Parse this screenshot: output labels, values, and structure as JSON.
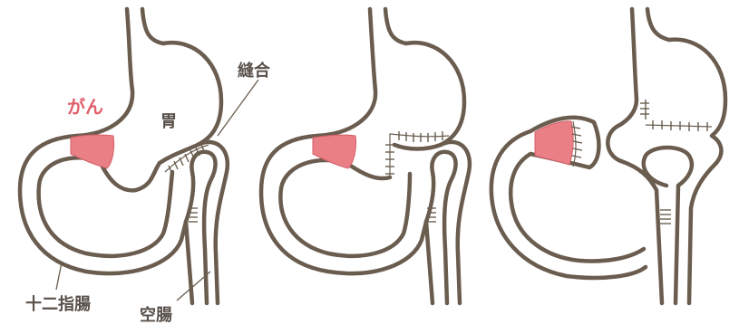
{
  "labels": {
    "cancer": "がん",
    "stomach": "胃",
    "suture": "縫合",
    "duodenum": "十二指腸",
    "jejunum": "空腸"
  },
  "colors": {
    "outline": "#6a5d4f",
    "tumor": "#ea7f85",
    "cancer_label": "#e0606c",
    "label_text": "#58504a"
  }
}
